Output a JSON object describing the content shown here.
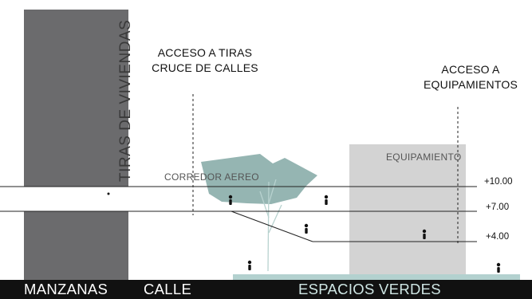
{
  "labels": {
    "tiras_viviendas": "TIRAS DE VIVIENDAS",
    "acceso_tiras": [
      "ACCESO A TIRAS",
      "CRUCE DE CALLES"
    ],
    "acceso_equip": [
      "ACCESO A",
      "EQUIPAMIENTOS"
    ],
    "equipamiento": "EQUIPAMIENTO",
    "corredor": "CORREDOR AEREO",
    "manzanas": "MANZANAS",
    "calle": "CALLE",
    "espacios_verdes": "ESPACIOS VERDES"
  },
  "levels": [
    "+10.00",
    "+7.00",
    "+4.00"
  ],
  "colors": {
    "block": "#6b6b6d",
    "equipamiento": "#d3d3d3",
    "canopy": "#8fb1ae",
    "green_base": "#b3d1cf",
    "band": "#111111",
    "line": "#222222"
  },
  "icons": [
    "person-icon",
    "person-icon",
    "person-icon",
    "person-icon",
    "person-icon",
    "person-icon"
  ]
}
